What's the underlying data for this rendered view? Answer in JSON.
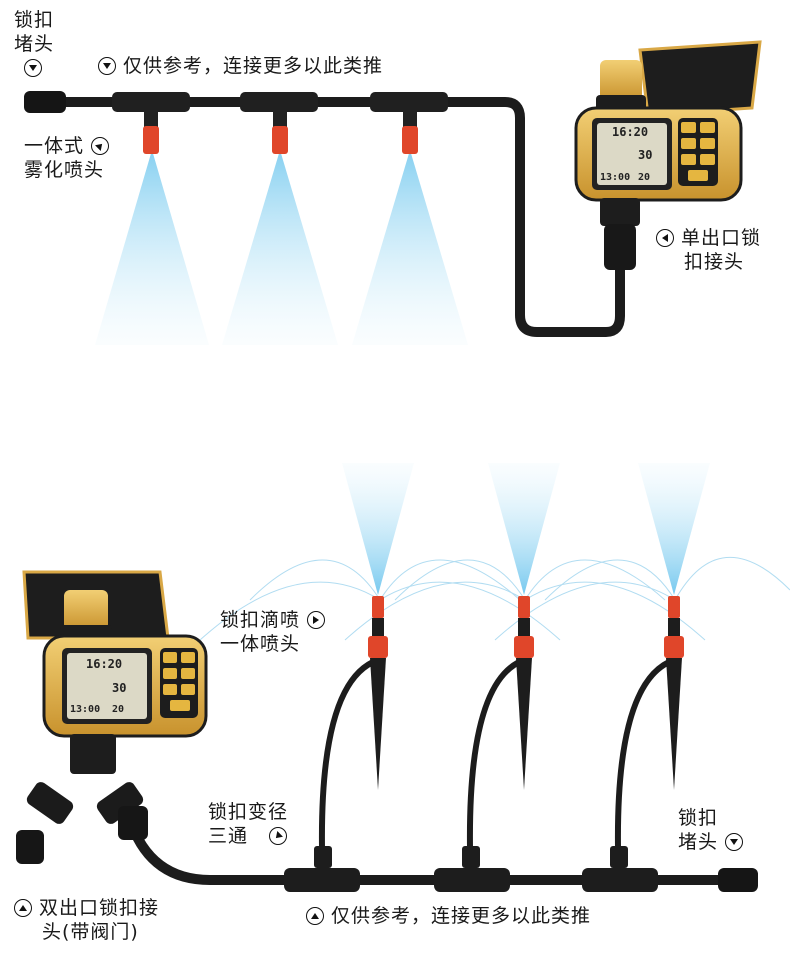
{
  "top": {
    "end_cap_label": [
      "锁扣",
      "堵头"
    ],
    "note": "仅供参考，连接更多以此类推",
    "mist_nozzle_label": [
      "一体式",
      "雾化喷头"
    ],
    "outlet_connector_label": [
      "单出口锁",
      "扣接头"
    ]
  },
  "bottom": {
    "drip_nozzle_label": [
      "锁扣滴喷",
      "一体喷头"
    ],
    "reducing_tee_label": [
      "锁扣变径",
      "三通"
    ],
    "end_cap_label": [
      "锁扣",
      "堵头"
    ],
    "dual_outlet_label": [
      "双出口锁扣接",
      "头(带阀门)"
    ],
    "note": "仅供参考，连接更多以此类推"
  },
  "timer_lcd": {
    "clock": "16:20",
    "temp": "30",
    "start": "13:00",
    "duration": "20"
  },
  "colors": {
    "tube": "#1c1c1c",
    "nozzle": "#e0462a",
    "body": "#e2b450",
    "spray_top": "#8fd3f3"
  }
}
